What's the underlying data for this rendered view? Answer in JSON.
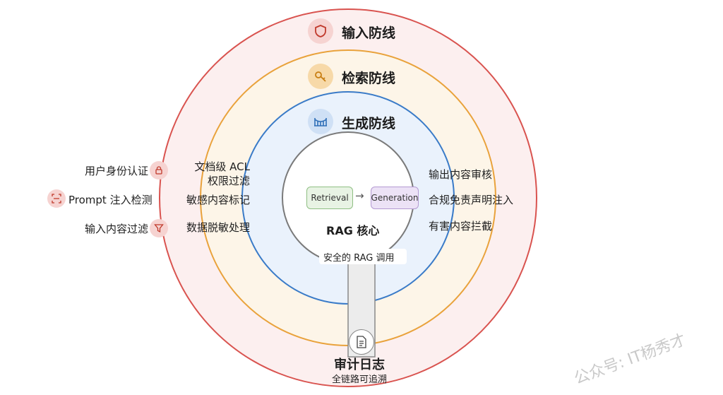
{
  "layers": {
    "input": {
      "title": "输入防线",
      "icon": "shield-icon",
      "color": "#d9534f",
      "fill": "#fcefef"
    },
    "retrieval": {
      "title": "检索防线",
      "icon": "key-icon",
      "color": "#e9a23b",
      "fill": "#fdf5e8"
    },
    "generation": {
      "title": "生成防线",
      "icon": "bridge-icon",
      "color": "#3a7bc8",
      "fill": "#eaf2fc"
    }
  },
  "input_items": [
    {
      "label": "用户身份认证",
      "icon": "lock-icon"
    },
    {
      "label": "Prompt 注入检测",
      "icon": "scan-icon"
    },
    {
      "label": "输入内容过滤",
      "icon": "filter-icon"
    }
  ],
  "retrieval_items": {
    "acl_line1": "文档级 ACL",
    "acl_line2": "权限过滤",
    "sensitive": "敏感内容标记",
    "desensitize": "数据脱敏处理"
  },
  "generation_items": [
    "输出内容审核",
    "合规免责声明注入",
    "有害内容拦截"
  ],
  "core": {
    "retrieval": "Retrieval",
    "generation": "Generation",
    "arrow": "→",
    "title": "RAG 核心"
  },
  "safe_call": "安全的 RAG 调用",
  "audit": {
    "title": "审计日志",
    "subtitle": "全链路可追溯",
    "icon": "document-icon"
  },
  "watermark": "公众号: IT杨秀才"
}
